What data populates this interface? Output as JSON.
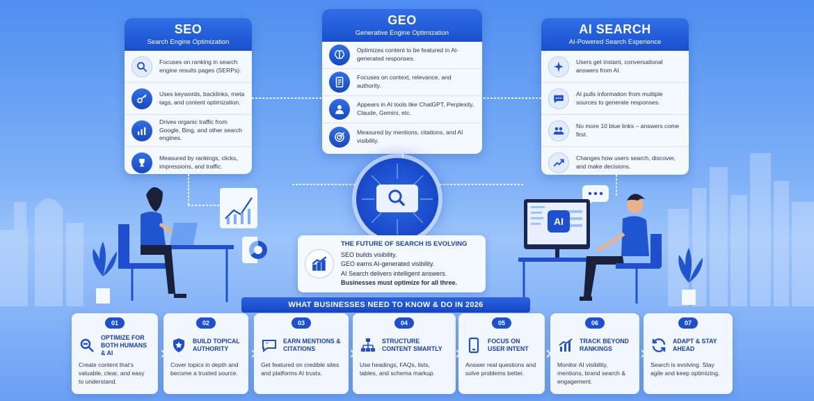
{
  "seo": {
    "title": "SEO",
    "subtitle": "Search Engine Optimization",
    "items": [
      {
        "icon": "search-icon",
        "text": "Focuses on ranking in search engine results pages (SERPs)."
      },
      {
        "icon": "key-icon",
        "text": "Uses keywords, backlinks, meta tags, and content optimization."
      },
      {
        "icon": "bar-chart-icon",
        "text": "Drives organic traffic from Google, Bing, and other search engines."
      },
      {
        "icon": "trophy-icon",
        "text": "Measured by rankings, clicks, impressions, and traffic."
      }
    ]
  },
  "geo": {
    "title": "GEO",
    "subtitle": "Generative Engine Optimization",
    "items": [
      {
        "icon": "brain-icon",
        "text": "Optimizes content to be featured in AI-generated responses."
      },
      {
        "icon": "document-icon",
        "text": "Focuses on context, relevance, and authority."
      },
      {
        "icon": "user-icon",
        "text": "Appears in AI tools like ChatGPT, Perplexity, Claude, Gemini, etc."
      },
      {
        "icon": "target-icon",
        "text": "Measured by mentions, citations, and AI visibility."
      }
    ]
  },
  "ai_search": {
    "title": "AI SEARCH",
    "subtitle": "AI-Powered Search Experience",
    "items": [
      {
        "icon": "sparkle-icon",
        "text": "Users get instant, conversational answers from AI."
      },
      {
        "icon": "chat-icon",
        "text": "AI pulls information from multiple sources to generate responses."
      },
      {
        "icon": "users-icon",
        "text": "No more 10 blue links – answers come first."
      },
      {
        "icon": "trend-up-icon",
        "text": "Changes how users search, discover, and make decisions."
      }
    ]
  },
  "screen_label": "AI",
  "future": {
    "heading": "THE FUTURE OF SEARCH IS EVOLVING",
    "lines": [
      "SEO builds visibility.",
      "GEO earns AI-generated visibility.",
      "AI Search delivers intelligent answers.",
      "Businesses must optimize for all three."
    ]
  },
  "banner": "WHAT BUSINESSES NEED TO KNOW & DO IN 2026",
  "steps": [
    {
      "num": "01",
      "icon": "search-plus-icon",
      "title": "OPTIMIZE FOR BOTH HUMANS & AI",
      "desc": "Create content that's valuable, clear, and easy to understand."
    },
    {
      "num": "02",
      "icon": "shield-star-icon",
      "title": "BUILD TOPICAL AUTHORITY",
      "desc": "Cover topics in depth and become a trusted source."
    },
    {
      "num": "03",
      "icon": "quote-chat-icon",
      "title": "EARN MENTIONS & CITATIONS",
      "desc": "Get featured on credible sites and platforms AI trusts."
    },
    {
      "num": "04",
      "icon": "hierarchy-icon",
      "title": "STRUCTURE CONTENT SMARTLY",
      "desc": "Use headings, FAQs, lists, tables, and schema markup."
    },
    {
      "num": "05",
      "icon": "mobile-icon",
      "title": "FOCUS ON USER INTENT",
      "desc": "Answer real questions and solve problems better."
    },
    {
      "num": "06",
      "icon": "growth-chart-icon",
      "title": "TRACK BEYOND RANKINGS",
      "desc": "Monitor AI visibility, mentions, brand search & engagement."
    },
    {
      "num": "07",
      "icon": "refresh-icon",
      "title": "ADAPT & STAY AHEAD",
      "desc": "Search is evolving. Stay agile and keep optimizing."
    }
  ],
  "colors": {
    "primary": "#1d4fd0",
    "accent": "#2f6fe6",
    "card": "#f4f8ff"
  }
}
